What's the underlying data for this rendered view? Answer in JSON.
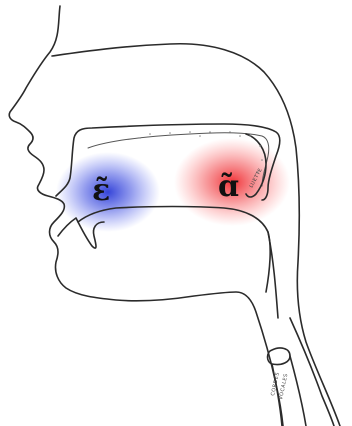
{
  "vowels": [
    {
      "symbol": "ɛ̃",
      "color": "#2b3bd6",
      "place": "front"
    },
    {
      "symbol": "ɑ̃",
      "color": "#f0282d",
      "place": "back"
    }
  ],
  "annotations": {
    "velum": "LUETTE",
    "vocal_cords_1": "CORDES",
    "vocal_cords_2": "VOCALES"
  }
}
